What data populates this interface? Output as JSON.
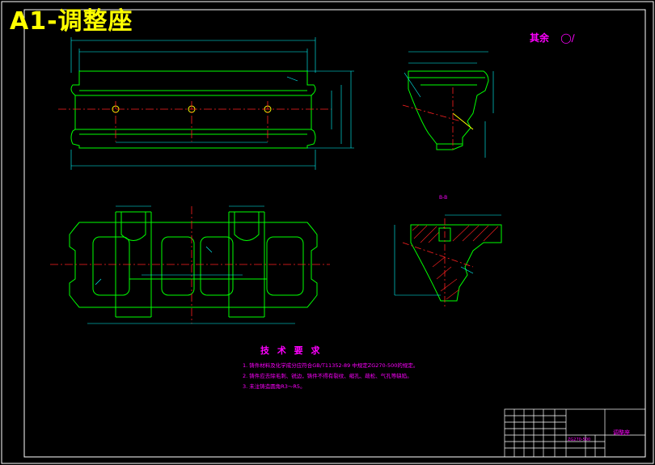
{
  "drawing": {
    "title": "A1-调整座",
    "roughness_label": "其余",
    "section_label": "B-B",
    "tech_title": "技 术 要 求",
    "notes": [
      "1. 铸件材料及化学成分应符合GB/T11352-89 中规定ZG270-500的规定。",
      "2. 铸件应去除毛刺、锐边，铸件不得有裂纹、缩孔、疏松、气孔等缺陷。",
      "3. 未注铸造圆角R3～R5。"
    ],
    "title_block": {
      "part_name": "调整座",
      "material": "ZG270-500"
    }
  },
  "colors": {
    "outline": "#00ff00",
    "centerline": "#ff2020",
    "dimension": "#00ffff",
    "text": "#ff00ff",
    "title": "#ffff00",
    "border": "#ffffff",
    "hatch": "#ff2020"
  }
}
